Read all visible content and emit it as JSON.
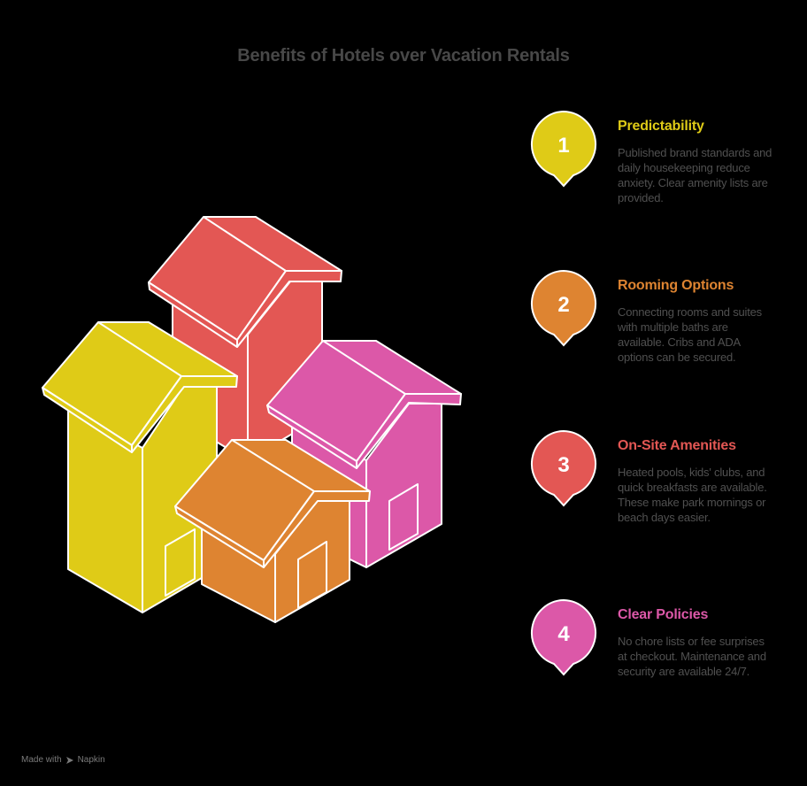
{
  "title": "Benefits of Hotels over Vacation Rentals",
  "colors": {
    "background": "#000000",
    "title": "#484848",
    "body_text": "#505050",
    "outline": "#ffffff",
    "yellow": "#DFCB17",
    "orange": "#DE8431",
    "red": "#E35754",
    "pink": "#DC58A8"
  },
  "items": [
    {
      "number": "1",
      "title": "Predictability",
      "color": "#DFCB17",
      "description": "Published brand standards and daily housekeeping reduce anxiety. Clear amenity lists are provided."
    },
    {
      "number": "2",
      "title": "Rooming Options",
      "color": "#DE8431",
      "description": "Connecting rooms and suites with multiple baths are available. Cribs and ADA options can be secured."
    },
    {
      "number": "3",
      "title": "On-Site Amenities",
      "color": "#E35754",
      "description": "Heated pools, kids' clubs, and quick breakfasts are available. These make park mornings or beach days easier."
    },
    {
      "number": "4",
      "title": "Clear Policies",
      "color": "#DC58A8",
      "description": "No chore lists or fee surprises at checkout. Maintenance and security are available 24/7."
    }
  ],
  "illustration": {
    "houses": [
      {
        "name": "red-tall-house",
        "color": "#E35754"
      },
      {
        "name": "yellow-tall-house",
        "color": "#DFCB17"
      },
      {
        "name": "pink-house",
        "color": "#DC58A8"
      },
      {
        "name": "orange-small-house",
        "color": "#DE8431"
      }
    ]
  },
  "footer": {
    "made_with": "Made with",
    "brand": "Napkin"
  }
}
